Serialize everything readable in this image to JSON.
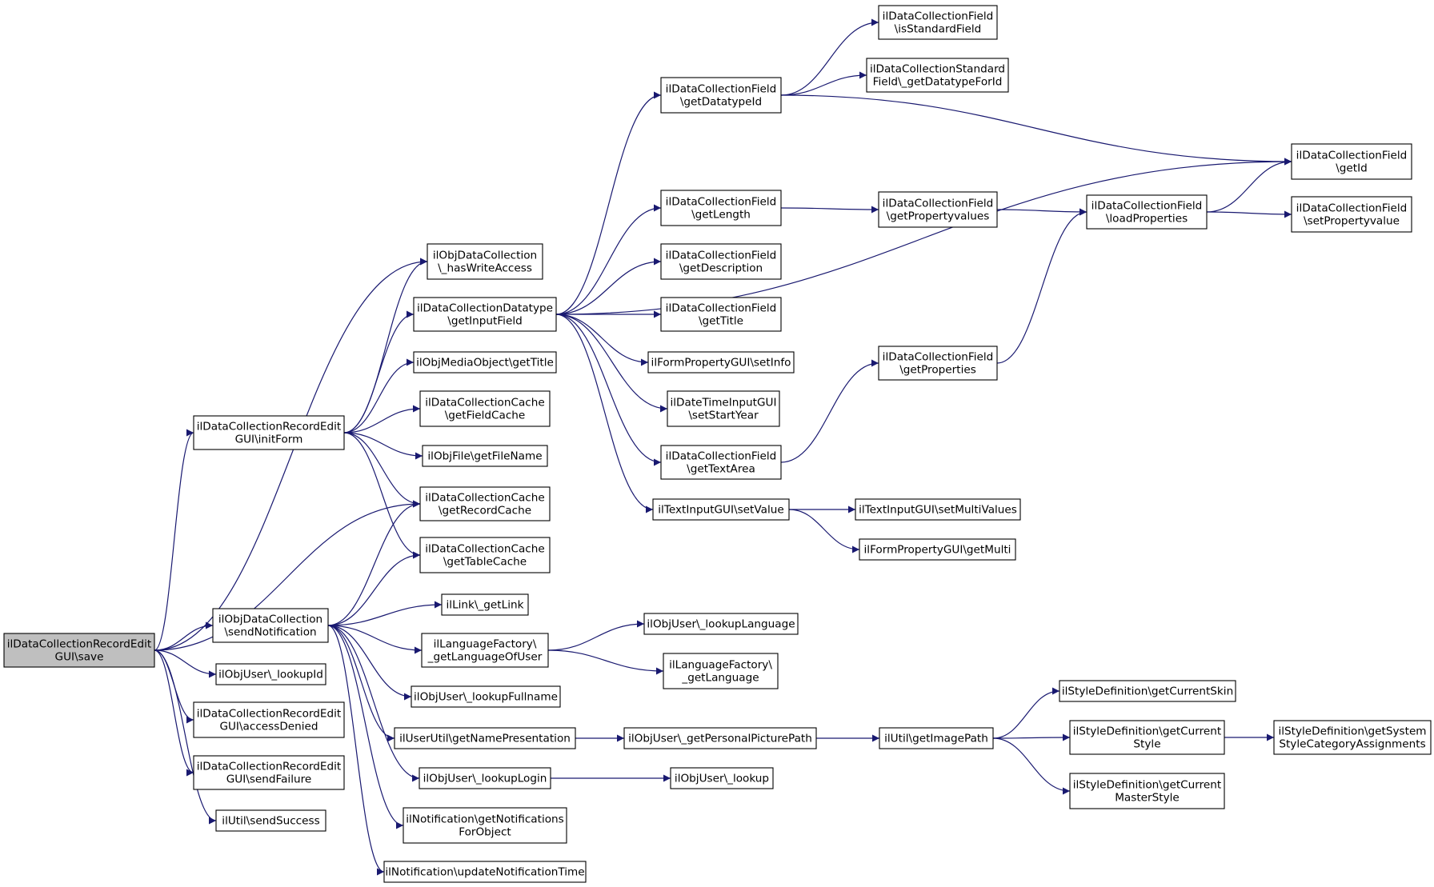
{
  "nodes": [
    {
      "id": "save",
      "lines": [
        "ilDataCollectionRecordEdit",
        "GUI\\save"
      ],
      "root": true
    },
    {
      "id": "hasWriteAccess",
      "lines": [
        "ilObjDataCollection",
        "\\_hasWriteAccess"
      ]
    },
    {
      "id": "initForm",
      "lines": [
        "ilDataCollectionRecordEdit",
        "GUI\\initForm"
      ]
    },
    {
      "id": "getRecordCache",
      "lines": [
        "ilDataCollectionCache",
        "\\getRecordCache"
      ]
    },
    {
      "id": "sendNotification",
      "lines": [
        "ilObjDataCollection",
        "\\sendNotification"
      ]
    },
    {
      "id": "lookupId",
      "lines": [
        "ilObjUser\\_lookupId"
      ]
    },
    {
      "id": "accessDenied",
      "lines": [
        "ilDataCollectionRecordEdit",
        "GUI\\accessDenied"
      ]
    },
    {
      "id": "sendFailure",
      "lines": [
        "ilDataCollectionRecordEdit",
        "GUI\\sendFailure"
      ]
    },
    {
      "id": "sendSuccess",
      "lines": [
        "ilUtil\\sendSuccess"
      ]
    },
    {
      "id": "getInputField",
      "lines": [
        "ilDataCollectionDatatype",
        "\\getInputField"
      ]
    },
    {
      "id": "mediaGetTitle",
      "lines": [
        "ilObjMediaObject\\getTitle"
      ]
    },
    {
      "id": "getFieldCache",
      "lines": [
        "ilDataCollectionCache",
        "\\getFieldCache"
      ]
    },
    {
      "id": "getFileName",
      "lines": [
        "ilObjFile\\getFileName"
      ]
    },
    {
      "id": "getTableCache",
      "lines": [
        "ilDataCollectionCache",
        "\\getTableCache"
      ]
    },
    {
      "id": "getLink",
      "lines": [
        "ilLink\\_getLink"
      ]
    },
    {
      "id": "getLanguageOfUser",
      "lines": [
        "ilLanguageFactory\\",
        "_getLanguageOfUser"
      ]
    },
    {
      "id": "lookupFullname",
      "lines": [
        "ilObjUser\\_lookupFullname"
      ]
    },
    {
      "id": "getNamePresentation",
      "lines": [
        "ilUserUtil\\getNamePresentation"
      ]
    },
    {
      "id": "lookupLogin",
      "lines": [
        "ilObjUser\\_lookupLogin"
      ]
    },
    {
      "id": "getNotificationsForObject",
      "lines": [
        "ilNotification\\getNotifications",
        "ForObject"
      ]
    },
    {
      "id": "updateNotificationTime",
      "lines": [
        "ilNotification\\updateNotificationTime"
      ]
    },
    {
      "id": "getDatatypeId",
      "lines": [
        "ilDataCollectionField",
        "\\getDatatypeId"
      ]
    },
    {
      "id": "getLength",
      "lines": [
        "ilDataCollectionField",
        "\\getLength"
      ]
    },
    {
      "id": "getDescription",
      "lines": [
        "ilDataCollectionField",
        "\\getDescription"
      ]
    },
    {
      "id": "fieldGetTitle",
      "lines": [
        "ilDataCollectionField",
        "\\getTitle"
      ]
    },
    {
      "id": "setInfo",
      "lines": [
        "ilFormPropertyGUI\\setInfo"
      ]
    },
    {
      "id": "setStartYear",
      "lines": [
        "ilDateTimeInputGUI",
        "\\setStartYear"
      ]
    },
    {
      "id": "getTextArea",
      "lines": [
        "ilDataCollectionField",
        "\\getTextArea"
      ]
    },
    {
      "id": "setValue",
      "lines": [
        "ilTextInputGUI\\setValue"
      ]
    },
    {
      "id": "lookupLanguage",
      "lines": [
        "ilObjUser\\_lookupLanguage"
      ]
    },
    {
      "id": "getLanguage",
      "lines": [
        "ilLanguageFactory\\",
        "_getLanguage"
      ]
    },
    {
      "id": "getPersonalPicturePath",
      "lines": [
        "ilObjUser\\_getPersonalPicturePath"
      ]
    },
    {
      "id": "lookup",
      "lines": [
        "ilObjUser\\_lookup"
      ]
    },
    {
      "id": "isStandardField",
      "lines": [
        "ilDataCollectionField",
        "\\isStandardField"
      ]
    },
    {
      "id": "getDatatypeForId",
      "lines": [
        "ilDataCollectionStandard",
        "Field\\_getDatatypeForId"
      ]
    },
    {
      "id": "getPropertyvalues",
      "lines": [
        "ilDataCollectionField",
        "\\getPropertyvalues"
      ]
    },
    {
      "id": "getProperties",
      "lines": [
        "ilDataCollectionField",
        "\\getProperties"
      ]
    },
    {
      "id": "setMultiValues",
      "lines": [
        "ilTextInputGUI\\setMultiValues"
      ]
    },
    {
      "id": "getMulti",
      "lines": [
        "ilFormPropertyGUI\\getMulti"
      ]
    },
    {
      "id": "getImagePath",
      "lines": [
        "ilUtil\\getImagePath"
      ]
    },
    {
      "id": "loadProperties",
      "lines": [
        "ilDataCollectionField",
        "\\loadProperties"
      ]
    },
    {
      "id": "getCurrentSkin",
      "lines": [
        "ilStyleDefinition\\getCurrentSkin"
      ]
    },
    {
      "id": "getCurrentStyle",
      "lines": [
        "ilStyleDefinition\\getCurrent",
        "Style"
      ]
    },
    {
      "id": "getCurrentMasterStyle",
      "lines": [
        "ilStyleDefinition\\getCurrent",
        "MasterStyle"
      ]
    },
    {
      "id": "getId",
      "lines": [
        "ilDataCollectionField",
        "\\getId"
      ]
    },
    {
      "id": "setPropertyvalue",
      "lines": [
        "ilDataCollectionField",
        "\\setPropertyvalue"
      ]
    },
    {
      "id": "getSystemStyleCategoryAssignments",
      "lines": [
        "ilStyleDefinition\\getSystem",
        "StyleCategoryAssignments"
      ]
    }
  ],
  "edges": [
    [
      "save",
      "hasWriteAccess"
    ],
    [
      "save",
      "initForm"
    ],
    [
      "save",
      "getRecordCache"
    ],
    [
      "save",
      "sendNotification"
    ],
    [
      "save",
      "lookupId"
    ],
    [
      "save",
      "accessDenied"
    ],
    [
      "save",
      "sendFailure"
    ],
    [
      "save",
      "sendSuccess"
    ],
    [
      "initForm",
      "hasWriteAccess"
    ],
    [
      "initForm",
      "getInputField"
    ],
    [
      "initForm",
      "mediaGetTitle"
    ],
    [
      "initForm",
      "getFieldCache"
    ],
    [
      "initForm",
      "getFileName"
    ],
    [
      "initForm",
      "getRecordCache"
    ],
    [
      "initForm",
      "getTableCache"
    ],
    [
      "sendNotification",
      "getRecordCache"
    ],
    [
      "sendNotification",
      "getTableCache"
    ],
    [
      "sendNotification",
      "getLink"
    ],
    [
      "sendNotification",
      "getLanguageOfUser"
    ],
    [
      "sendNotification",
      "lookupFullname"
    ],
    [
      "sendNotification",
      "getNamePresentation"
    ],
    [
      "sendNotification",
      "lookupLogin"
    ],
    [
      "sendNotification",
      "getNotificationsForObject"
    ],
    [
      "sendNotification",
      "updateNotificationTime"
    ],
    [
      "getInputField",
      "getDatatypeId"
    ],
    [
      "getInputField",
      "getId"
    ],
    [
      "getInputField",
      "getLength"
    ],
    [
      "getInputField",
      "getDescription"
    ],
    [
      "getInputField",
      "fieldGetTitle"
    ],
    [
      "getInputField",
      "setInfo"
    ],
    [
      "getInputField",
      "setStartYear"
    ],
    [
      "getInputField",
      "getTextArea"
    ],
    [
      "getInputField",
      "setValue"
    ],
    [
      "getDatatypeId",
      "isStandardField"
    ],
    [
      "getDatatypeId",
      "getDatatypeForId"
    ],
    [
      "getDatatypeId",
      "getId"
    ],
    [
      "getLength",
      "getPropertyvalues"
    ],
    [
      "getPropertyvalues",
      "loadProperties"
    ],
    [
      "loadProperties",
      "getId"
    ],
    [
      "loadProperties",
      "setPropertyvalue"
    ],
    [
      "getTextArea",
      "getProperties"
    ],
    [
      "getProperties",
      "loadProperties"
    ],
    [
      "setValue",
      "setMultiValues"
    ],
    [
      "setValue",
      "getMulti"
    ],
    [
      "getLanguageOfUser",
      "lookupLanguage"
    ],
    [
      "getLanguageOfUser",
      "getLanguage"
    ],
    [
      "getNamePresentation",
      "getPersonalPicturePath"
    ],
    [
      "getPersonalPicturePath",
      "getImagePath"
    ],
    [
      "getImagePath",
      "getCurrentSkin"
    ],
    [
      "getImagePath",
      "getCurrentStyle"
    ],
    [
      "getImagePath",
      "getCurrentMasterStyle"
    ],
    [
      "getCurrentStyle",
      "getSystemStyleCategoryAssignments"
    ],
    [
      "lookupLogin",
      "lookup"
    ]
  ]
}
